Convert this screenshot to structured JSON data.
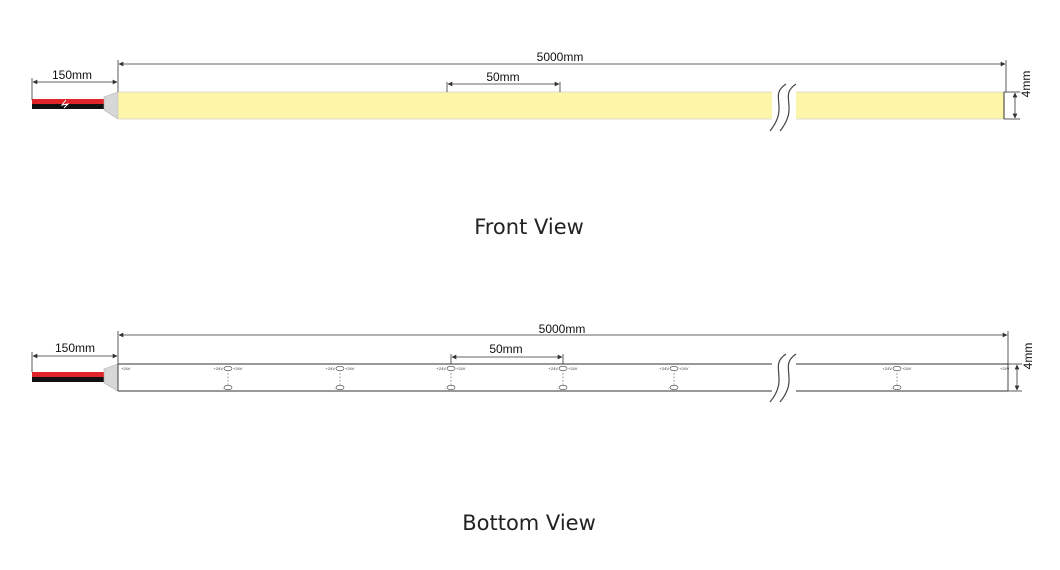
{
  "front_view": {
    "title": "Front View",
    "overall_length": "5000mm",
    "lead_length": "150mm",
    "segment_length": "50mm",
    "width": "4mm"
  },
  "bottom_view": {
    "title": "Bottom View",
    "overall_length": "5000mm",
    "lead_length": "150mm",
    "segment_length": "50mm",
    "width": "4mm",
    "pad_label_positive": "+24V",
    "pad_label_negative": "-"
  },
  "colors": {
    "strip_front": "#fdf6a8",
    "wire_red": "#e0242a",
    "wire_black": "#111111",
    "connector": "#d7d7d7",
    "line": "#333333"
  }
}
